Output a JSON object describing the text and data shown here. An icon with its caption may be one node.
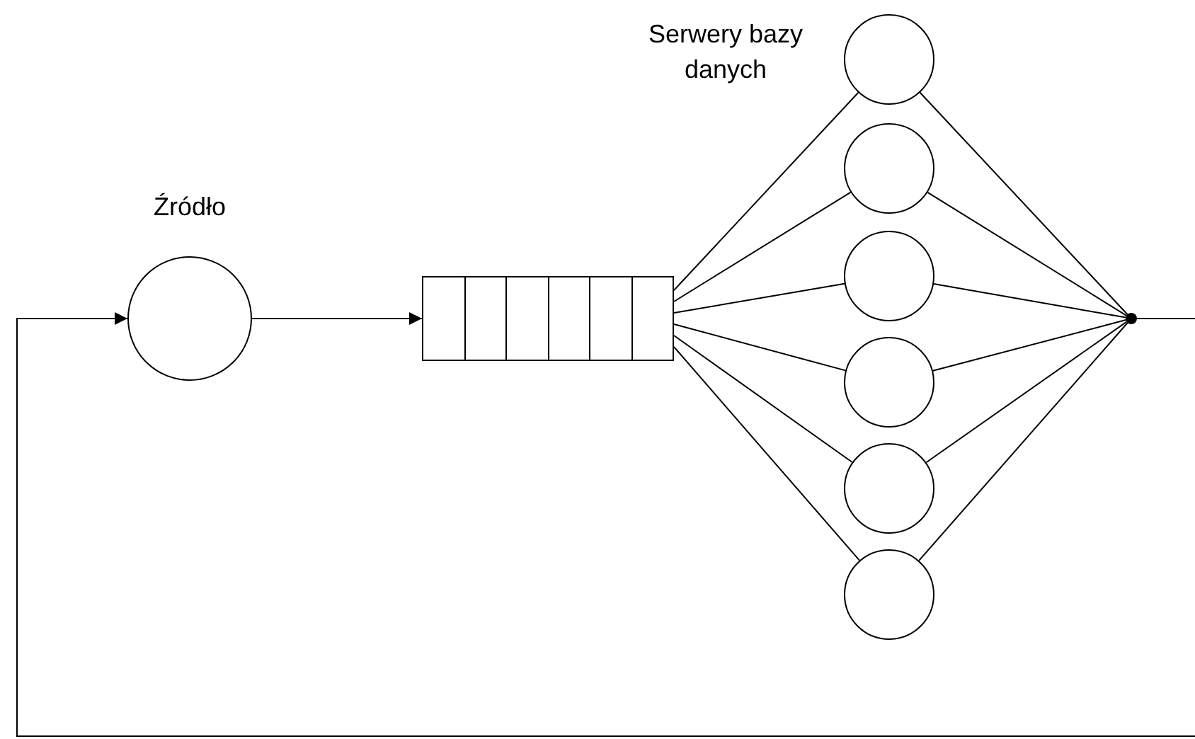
{
  "diagram": {
    "nodes": [
      {
        "text": [
          "Źródło"
        ]
      },
      {
        "text": [],
        "shape": "queue"
      },
      {
        "text": [],
        "shape": "circle"
      },
      {
        "text": [],
        "shape": "circle"
      },
      {
        "text": [],
        "shape": "circle"
      },
      {
        "text": [],
        "shape": "circle"
      },
      {
        "text": [],
        "shape": "circle"
      },
      {
        "text": [],
        "shape": "circle"
      },
      {
        "text": [],
        "shape": "dot"
      }
    ],
    "edges": [
      {
        "from": null,
        "to": 0,
        "arrow": "to"
      },
      {
        "from": 0,
        "to": 1,
        "arrow": "to"
      },
      {
        "from": 1,
        "to": 2,
        "arrow": "none"
      },
      {
        "from": 1,
        "to": 3,
        "arrow": "none"
      },
      {
        "from": 1,
        "to": 4,
        "arrow": "none"
      },
      {
        "from": 1,
        "to": 5,
        "arrow": "none"
      },
      {
        "from": 1,
        "to": 6,
        "arrow": "none"
      },
      {
        "from": 1,
        "to": 7,
        "arrow": "none"
      },
      {
        "from": 2,
        "to": 8,
        "arrow": "none"
      },
      {
        "from": 3,
        "to": 8,
        "arrow": "none"
      },
      {
        "from": 4,
        "to": 8,
        "arrow": "none"
      },
      {
        "from": 5,
        "to": 8,
        "arrow": "none"
      },
      {
        "from": 6,
        "to": 8,
        "arrow": "none"
      },
      {
        "from": 7,
        "to": 8,
        "arrow": "none"
      },
      {
        "from": 8,
        "to": null,
        "arrow": "none"
      }
    ],
    "labels": [
      "Serwery bazy danych"
    ]
  }
}
